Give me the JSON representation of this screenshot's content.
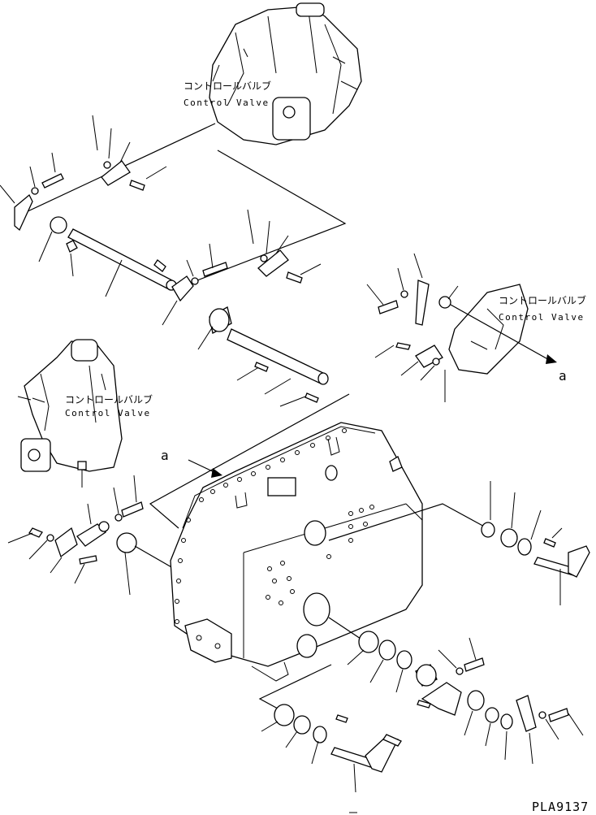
{
  "labels": {
    "valve_jp": "コントロールバルブ",
    "valve_en": "Control Valve",
    "ref_a": "a",
    "drawing_no": "PLA9137"
  }
}
